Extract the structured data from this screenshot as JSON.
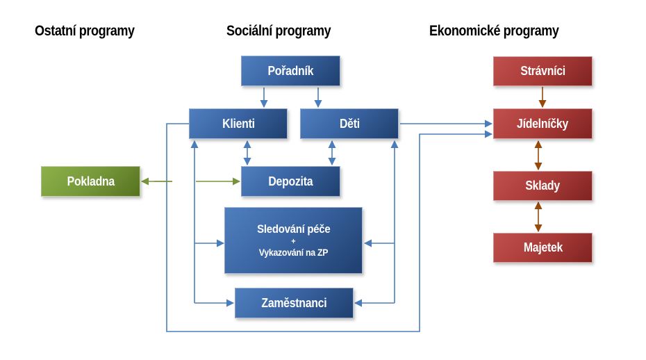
{
  "headings": {
    "other": "Ostatní programy",
    "social": "Sociální programy",
    "economic": "Ekonomické programy"
  },
  "nodes": {
    "poradnik": "Pořadník",
    "klienti": "Klienti",
    "deti": "Děti",
    "depozita": "Depozita",
    "pokladna": "Pokladna",
    "sledovani": "Sledování péče",
    "plus": "+",
    "vykazovani": "Vykazování na ZP",
    "zamestnanci": "Zaměstnanci",
    "stravnici": "Strávníci",
    "jidelnicky": "Jídelníčky",
    "sklady": "Sklady",
    "majetek": "Majetek"
  },
  "colors": {
    "blue": "#3a64a2",
    "red": "#a93b38",
    "green": "#76983a",
    "blue_line": "#4a7ebb",
    "green_line": "#77933c",
    "brown_line": "#984807"
  }
}
